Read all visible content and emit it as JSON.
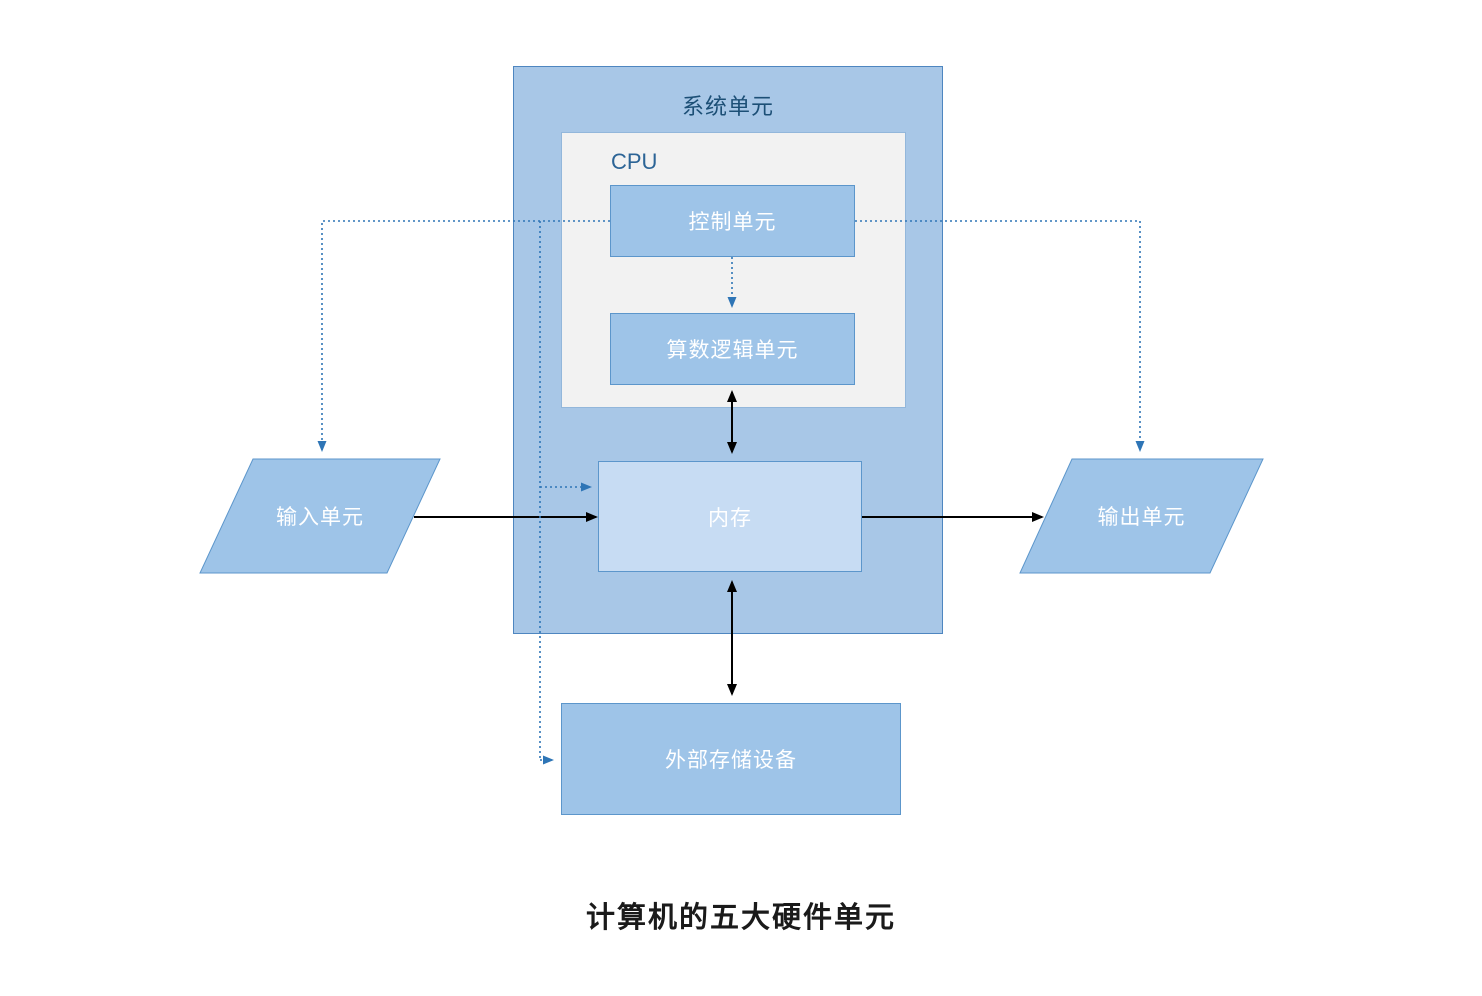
{
  "diagram": {
    "title": "计算机的五大硬件单元",
    "system_unit": {
      "label": "系统单元"
    },
    "cpu": {
      "label": "CPU"
    },
    "control_unit": {
      "label": "控制单元"
    },
    "alu": {
      "label": "算数逻辑单元"
    },
    "memory": {
      "label": "内存"
    },
    "input_unit": {
      "label": "输入单元"
    },
    "output_unit": {
      "label": "输出单元"
    },
    "external_storage": {
      "label": "外部存储设备"
    }
  },
  "colors": {
    "system_unit_fill": "#A8C7E7",
    "system_unit_border": "#4E86C0",
    "cpu_fill": "#F2F2F2",
    "cpu_border": "#93B7DB",
    "box_fill": "#9EC4E8",
    "box_border": "#5C96CB",
    "memory_fill": "#C7DCF3",
    "label_text": "#FFFFFF",
    "heading_text": "#1C4F76",
    "cpu_text": "#2C6496",
    "dotted_line": "#2E75B6",
    "solid_line": "#000000",
    "caption_text": "#1A1A1A"
  }
}
